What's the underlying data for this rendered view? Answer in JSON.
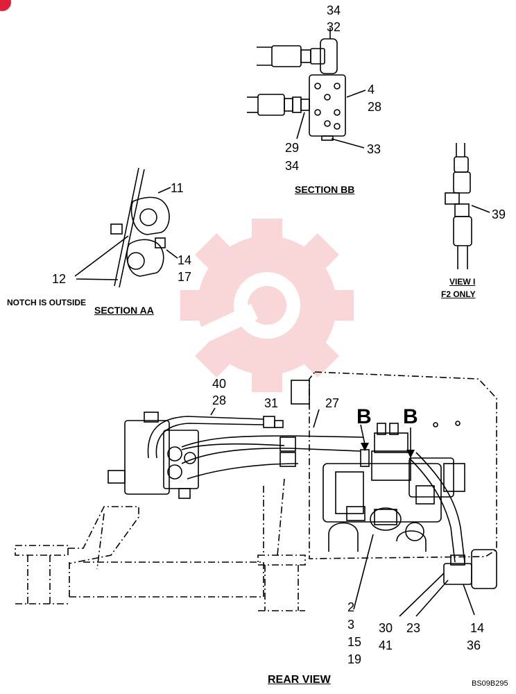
{
  "sections": {
    "section_bb": {
      "caption": "SECTION BB",
      "callouts": [
        "34",
        "32",
        "4",
        "28",
        "29",
        "34",
        "33"
      ]
    },
    "section_aa": {
      "caption": "SECTION AA",
      "note": "NOTCH IS OUTSIDE",
      "callouts": [
        "11",
        "12",
        "14",
        "17"
      ]
    },
    "view_i": {
      "caption_line1": "VIEW I",
      "caption_line2": "F2 ONLY",
      "callouts": [
        "39"
      ]
    },
    "rear_view": {
      "caption": "REAR VIEW",
      "section_markers": [
        "B",
        "B"
      ],
      "callouts": [
        "40",
        "28",
        "31",
        "27",
        "2",
        "3",
        "15",
        "19",
        "30",
        "41",
        "23",
        "14",
        "36"
      ]
    }
  },
  "drawing_number": "BS09B295",
  "colors": {
    "ink": "#000000",
    "watermark": "#f5b8bb",
    "badge": "#e0203a"
  },
  "watermark_icon": "gear-wrench-icon"
}
